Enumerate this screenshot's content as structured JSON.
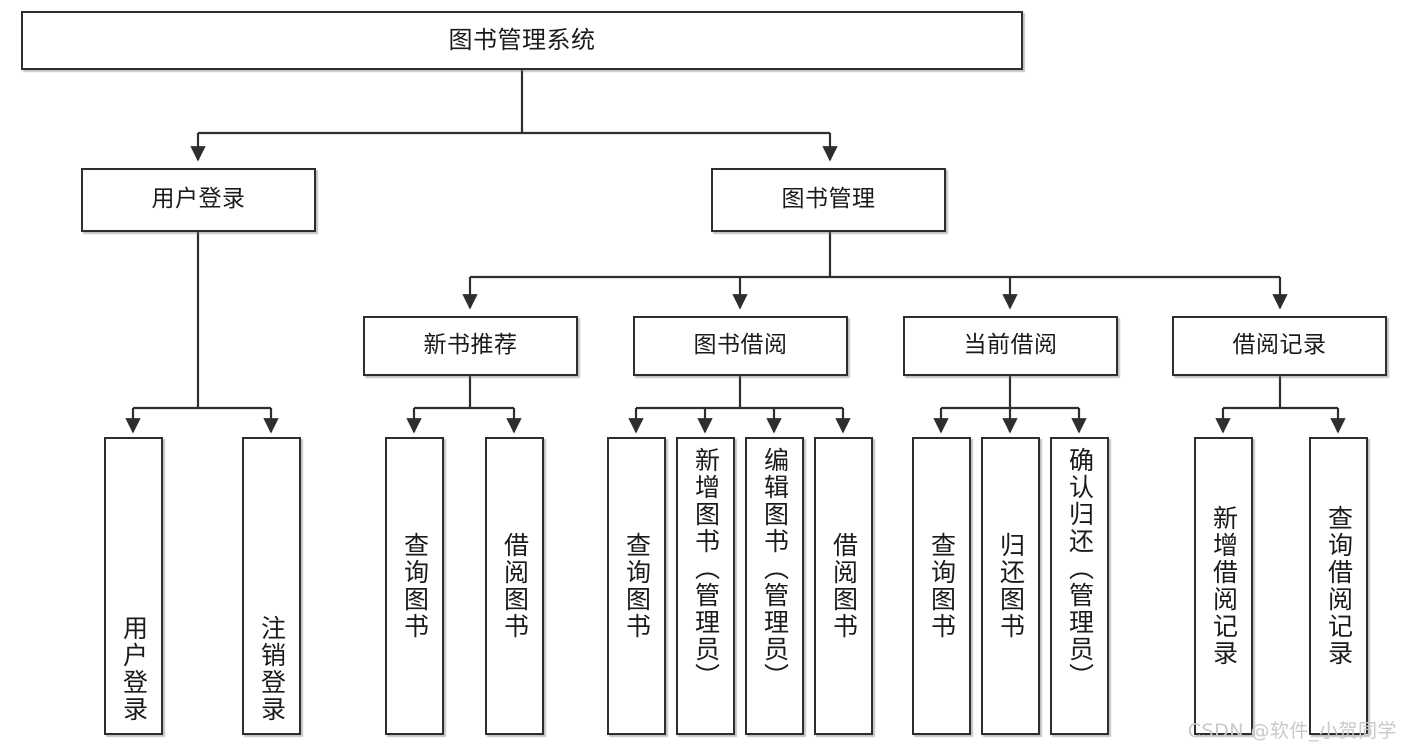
{
  "diagram": {
    "title": "图书管理系统",
    "type": "tree",
    "watermark": "CSDN @软件_小贺同学",
    "stroke_color": "#2e2e2e",
    "background_color": "#ffffff",
    "text_color": "#1b1b1b",
    "watermark_color": "#c9c9c9"
  },
  "nodes": {
    "root": {
      "label": "图书管理系统"
    },
    "level2": [
      {
        "label": "用户登录"
      },
      {
        "label": "图书管理"
      }
    ],
    "level3": [
      {
        "label": "新书推荐"
      },
      {
        "label": "图书借阅"
      },
      {
        "label": "当前借阅"
      },
      {
        "label": "借阅记录"
      }
    ],
    "leaves": {
      "user_login": [
        {
          "label": "用户登录"
        },
        {
          "label": "注销登录"
        }
      ],
      "new_book_recommend": [
        {
          "label": "查询图书"
        },
        {
          "label": "借阅图书"
        }
      ],
      "book_borrow": [
        {
          "label": "查询图书"
        },
        {
          "label": "新增图书（管理员）"
        },
        {
          "label": "编辑图书（管理员）"
        },
        {
          "label": "借阅图书"
        }
      ],
      "current_borrow": [
        {
          "label": "查询图书"
        },
        {
          "label": "归还图书"
        },
        {
          "label": "确认归还（管理员）"
        }
      ],
      "borrow_records": [
        {
          "label": "新增借阅记录"
        },
        {
          "label": "查询借阅记录"
        }
      ]
    }
  }
}
